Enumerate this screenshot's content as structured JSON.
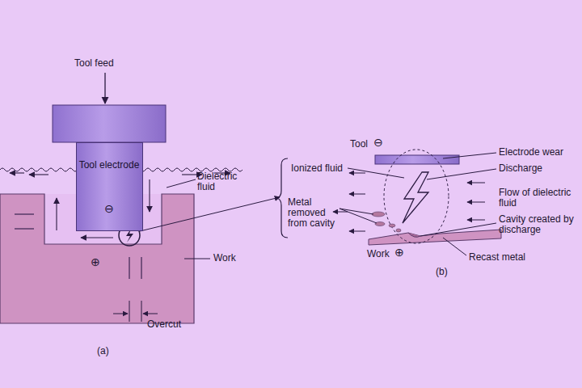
{
  "diagram": {
    "nodes": [
      {
        "text": [
          "Tool electrode",
          "⊖"
        ]
      }
    ],
    "labels": [
      "Tool feed",
      "Dielectric fluid",
      "Work",
      "⊕",
      "Overcut",
      "(a)",
      "Tool",
      "⊖",
      "Electrode wear",
      "Ionized fluid",
      "Discharge",
      "Metal removed from cavity",
      "Flow of dielectric fluid",
      "Cavity created by discharge",
      "Work",
      "⊕",
      "Recast metal",
      "(b)"
    ]
  }
}
